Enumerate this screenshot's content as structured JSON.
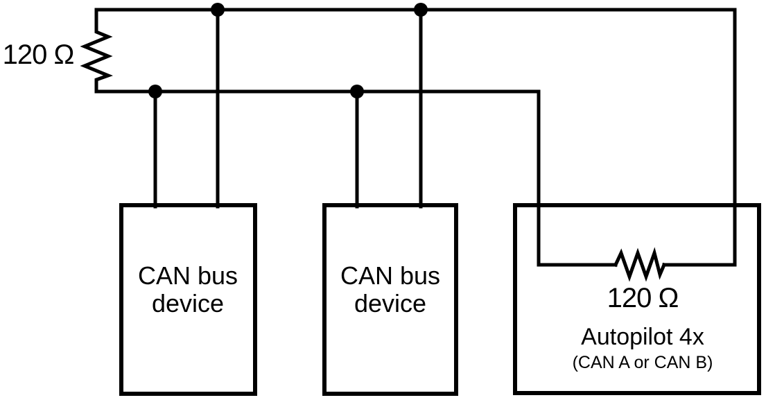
{
  "colors": {
    "wire": "#000000",
    "text": "#000000",
    "background": "#ffffff"
  },
  "left_terminator": {
    "label": "120 Ω"
  },
  "devices": [
    {
      "line1": "CAN bus",
      "line2": "device"
    },
    {
      "line1": "CAN bus",
      "line2": "device"
    }
  ],
  "autopilot": {
    "resistor_label": "120 Ω",
    "title": "Autopilot 4x",
    "subtitle": "(CAN A or CAN B)"
  }
}
